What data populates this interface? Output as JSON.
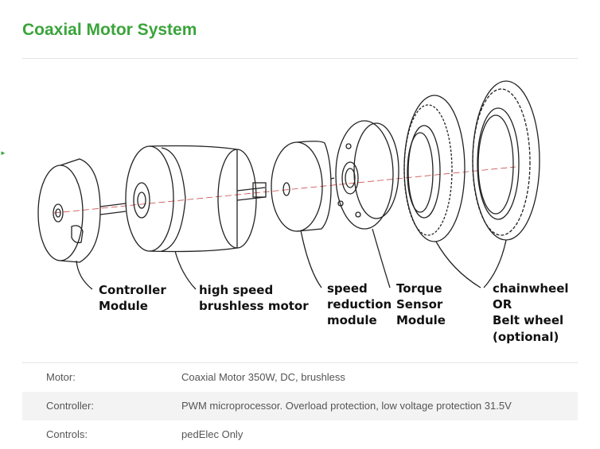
{
  "page": {
    "title": "Coaxial Motor System",
    "accent_color": "#3aa43a"
  },
  "diagram": {
    "labels": {
      "controller": [
        "Controller",
        "Module"
      ],
      "motor": [
        "high speed",
        "brushless motor"
      ],
      "reduction": [
        "speed",
        "reduction",
        "module"
      ],
      "torque": [
        "Torque",
        "Sensor",
        "Module"
      ],
      "chainwheel": [
        "chainwheel",
        "OR",
        "Belt wheel",
        "(optional)"
      ]
    }
  },
  "specs": [
    {
      "label": "Motor:",
      "value": "Coaxial Motor 350W, DC, brushless"
    },
    {
      "label": "Controller:",
      "value": "PWM microprocessor. Overload protection, low voltage protection 31.5V"
    },
    {
      "label": "Controls:",
      "value": "pedElec Only"
    }
  ]
}
